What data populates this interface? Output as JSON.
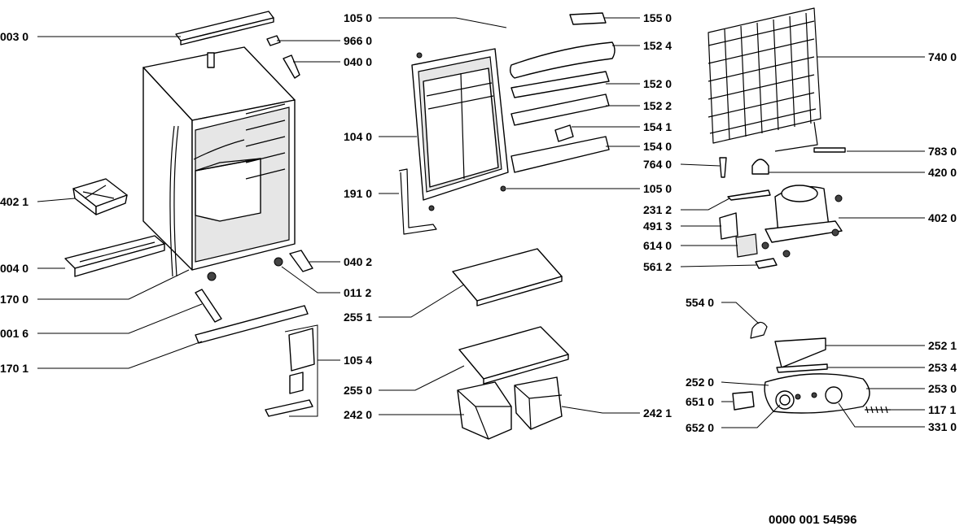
{
  "labels": {
    "p003_0": "003 0",
    "p402_1": "402 1",
    "p004_0": "004 0",
    "p170_0": "170 0",
    "p001_6": "001 6",
    "p170_1": "170 1",
    "p966_0": "966 0",
    "p040_0": "040 0",
    "p040_2": "040 2",
    "p011_2": "011 2",
    "p105_0a": "105 0",
    "p104_0": "104 0",
    "p191_0": "191 0",
    "p255_1": "255 1",
    "p255_0": "255 0",
    "p242_0": "242 0",
    "p105_4": "105 4",
    "p155_0": "155 0",
    "p152_4": "152 4",
    "p152_0": "152 0",
    "p152_2": "152 2",
    "p154_1": "154 1",
    "p154_0": "154 0",
    "p105_0b": "105 0",
    "p242_1": "242 1",
    "p764_0": "764 0",
    "p231_2": "231 2",
    "p491_3": "491 3",
    "p614_0": "614 0",
    "p561_2": "561 2",
    "p554_0": "554 0",
    "p252_0": "252 0",
    "p651_0": "651 0",
    "p652_0": "652 0",
    "p740_0": "740 0",
    "p783_0": "783 0",
    "p420_0": "420 0",
    "p402_0": "402 0",
    "p252_1": "252 1",
    "p253_4": "253 4",
    "p253_0": "253 0",
    "p117_1": "117 1",
    "p331_0": "331 0"
  },
  "footer": {
    "doc_number": "0000 001 54596"
  }
}
